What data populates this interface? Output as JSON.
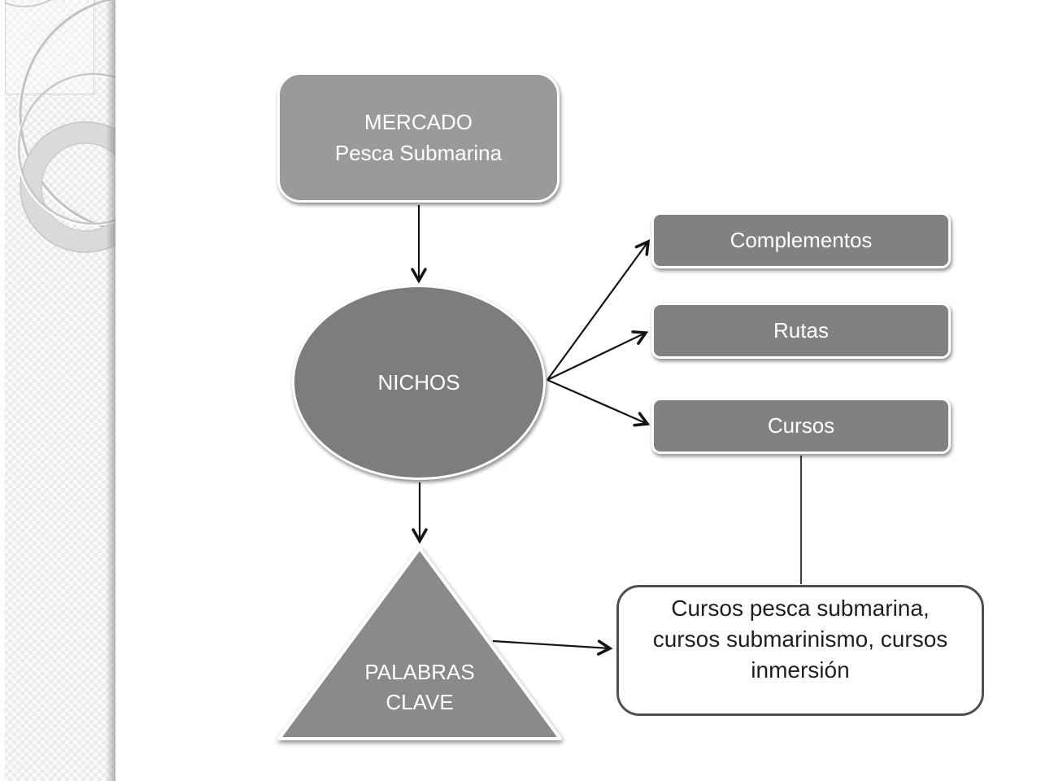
{
  "diagram": {
    "mercado": {
      "lines": [
        "MERCADO",
        "Pesca Submarina"
      ],
      "fill": "#9a9a9a",
      "text_color": "#ffffff"
    },
    "nichos": {
      "label": "NICHOS",
      "fill": "#7d7d7d",
      "text_color": "#ffffff"
    },
    "branches": [
      {
        "label": "Complementos"
      },
      {
        "label": "Rutas"
      },
      {
        "label": "Cursos"
      }
    ],
    "branch_fill": "#818181",
    "palabras_clave": {
      "lines": [
        "PALABRAS",
        "CLAVE"
      ],
      "fill": "#8a8a8a",
      "text_color": "#ffffff"
    },
    "keywords": {
      "lines": [
        "Cursos pesca submarina,",
        "cursos submarinismo, cursos",
        "inmersión"
      ],
      "fill": "#ffffff",
      "border_color": "#4f4f4f",
      "text_color": "#1f1f1f"
    },
    "arrow_color": "#141414",
    "connector_color": "#3f3f3f"
  },
  "decoration": {
    "band_texture_colors": [
      "#ebebeb",
      "#f9f9f9"
    ],
    "ring_color": "#dadada",
    "thin_circle_color": "#c6c6c6",
    "edge_shadow_color": "#6e6e6e"
  }
}
